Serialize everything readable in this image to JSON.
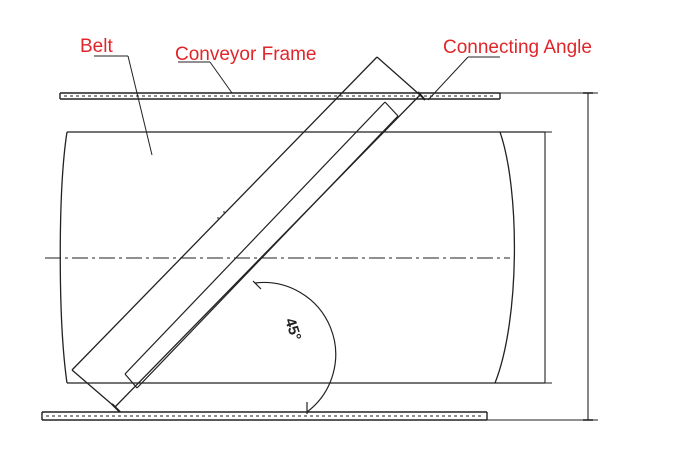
{
  "labels": {
    "belt": "Belt",
    "conveyor_frame": "Conveyor Frame",
    "connecting_angle": "Connecting Angle",
    "angle": "45°"
  },
  "colors": {
    "label": "#e0262a",
    "line": "#222222"
  }
}
